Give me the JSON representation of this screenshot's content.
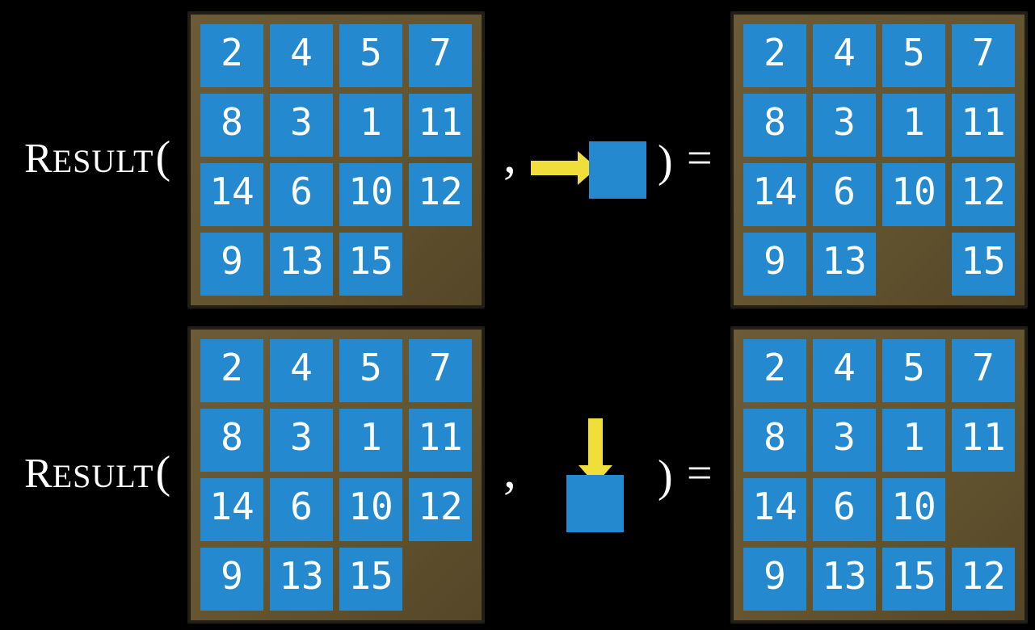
{
  "figure": {
    "rows": [
      {
        "label_initial": "R",
        "label_rest": "ESULT",
        "open_paren": "(",
        "comma": ",",
        "action_icon": "arrow-right-into-blank-tile",
        "close_paren": ")",
        "equals_sign": "=",
        "input_grid": [
          [
            "2",
            "4",
            "5",
            "7"
          ],
          [
            "8",
            "3",
            "1",
            "11"
          ],
          [
            "14",
            "6",
            "10",
            "12"
          ],
          [
            "9",
            "13",
            "15",
            ""
          ]
        ],
        "output_grid": [
          [
            "2",
            "4",
            "5",
            "7"
          ],
          [
            "8",
            "3",
            "1",
            "11"
          ],
          [
            "14",
            "6",
            "10",
            "12"
          ],
          [
            "9",
            "13",
            "",
            "15"
          ]
        ]
      },
      {
        "label_initial": "R",
        "label_rest": "ESULT",
        "open_paren": "(",
        "comma": ",",
        "action_icon": "arrow-down-into-blank-tile",
        "close_paren": ")",
        "equals_sign": "=",
        "input_grid": [
          [
            "2",
            "4",
            "5",
            "7"
          ],
          [
            "8",
            "3",
            "1",
            "11"
          ],
          [
            "14",
            "6",
            "10",
            "12"
          ],
          [
            "9",
            "13",
            "15",
            ""
          ]
        ],
        "output_grid": [
          [
            "2",
            "4",
            "5",
            "7"
          ],
          [
            "8",
            "3",
            "1",
            "11"
          ],
          [
            "14",
            "6",
            "10",
            ""
          ],
          [
            "9",
            "13",
            "15",
            "12"
          ]
        ]
      }
    ]
  },
  "colors": {
    "background": "#000000",
    "tile_blue": "#2489CE",
    "board_brown": "#63532F",
    "board_border": "#221E15",
    "arrow_yellow": "#F0DF3B",
    "number_white": "#FFFFFF"
  }
}
